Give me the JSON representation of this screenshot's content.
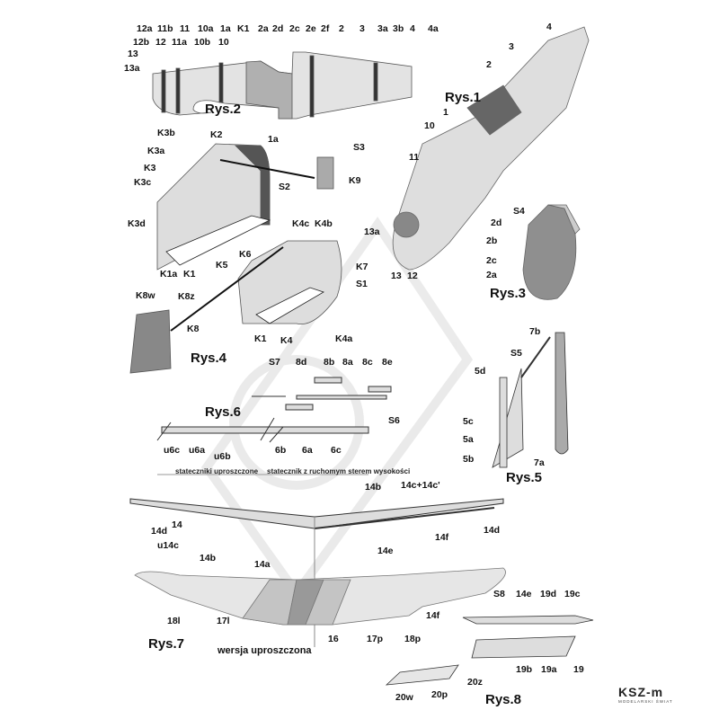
{
  "rys2": {
    "title": "Rys.2",
    "labels": [
      "12a",
      "11b",
      "11",
      "10a",
      "1a",
      "K1",
      "2a",
      "2d",
      "2c",
      "2e",
      "2f",
      "2",
      "3",
      "3a",
      "3b",
      "4",
      "4a",
      "12b",
      "12",
      "11a",
      "10b",
      "10",
      "13",
      "13a"
    ]
  },
  "rys1": {
    "title": "Rys.1",
    "labels": [
      "1",
      "10",
      "11",
      "13a",
      "13",
      "12",
      "2",
      "3",
      "4"
    ]
  },
  "rys3": {
    "title": "Rys.3",
    "labels": [
      "S4",
      "2d",
      "2b",
      "2c",
      "2a"
    ]
  },
  "rys4": {
    "title": "Rys.4",
    "labels": [
      "K3b",
      "K2",
      "1a",
      "K3a",
      "K3",
      "K3c",
      "K3d",
      "S3",
      "K9",
      "S2",
      "K4c",
      "K4b",
      "K6",
      "K5",
      "K1a",
      "K1",
      "K7",
      "S1",
      "K8w",
      "K8z",
      "K8",
      "K1",
      "K4",
      "K4a"
    ]
  },
  "rys6": {
    "title": "Rys.6",
    "labels": [
      "S7",
      "8d",
      "8b",
      "8a",
      "8c",
      "8e",
      "S6",
      "u6c",
      "u6a",
      "u6b",
      "6b",
      "6a",
      "6c"
    ],
    "left_note": "stateczniki uproszczone",
    "right_note": "statecznik z ruchomym sterem wysokości"
  },
  "rys5": {
    "title": "Rys.5",
    "labels": [
      "7b",
      "S5",
      "5d",
      "5c",
      "5a",
      "5b",
      "7a"
    ]
  },
  "wing_frame": {
    "labels": [
      "14b",
      "14c+14c'",
      "14d",
      "14",
      "u14c",
      "14b",
      "14a",
      "14e",
      "14f",
      "14d"
    ]
  },
  "rys7": {
    "title": "Rys.7",
    "labels": [
      "18l",
      "17l",
      "16",
      "17p",
      "18p",
      "14f"
    ],
    "note": "wersja uproszczona"
  },
  "rys8": {
    "title": "Rys.8",
    "labels": [
      "S8",
      "14e",
      "19d",
      "19c",
      "19b",
      "19a",
      "19",
      "20z",
      "20w",
      "20p"
    ]
  },
  "logo": {
    "name": "KSZ-m",
    "subtitle": "MODELARSKI ŚWIAT"
  },
  "colors": {
    "light": "#e4e4e4",
    "mid": "#c8c8c8",
    "dark": "#8a8a8a",
    "stripe": "#333333"
  }
}
